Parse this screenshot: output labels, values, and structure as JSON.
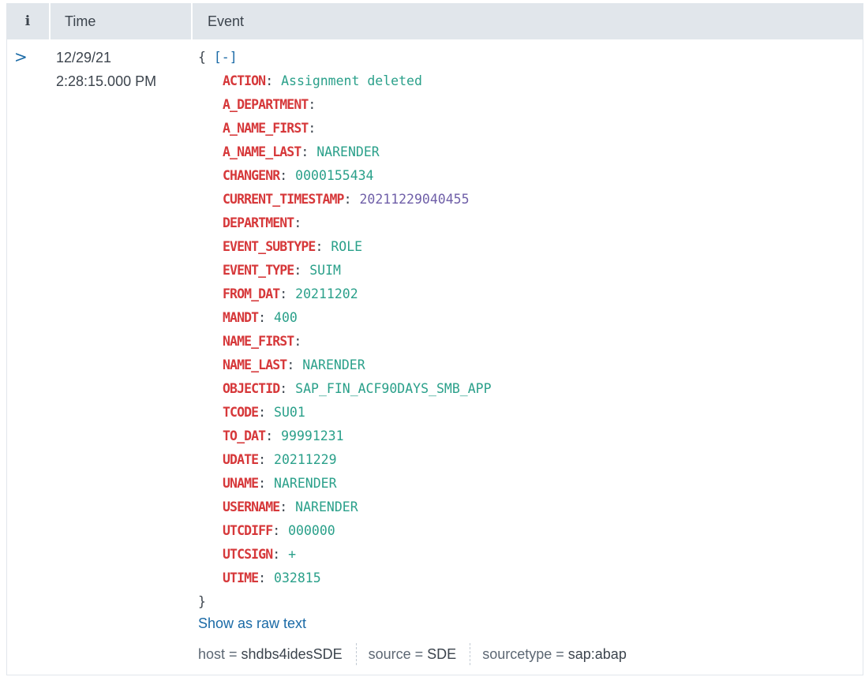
{
  "header": {
    "info_label": "i",
    "time_label": "Time",
    "event_label": "Event"
  },
  "row": {
    "expander_icon": "chevron-right-icon",
    "expander_glyph": ">",
    "date": "12/29/21",
    "time": "2:28:15.000 PM"
  },
  "event": {
    "open_brace": "{",
    "collapse_label": "[-]",
    "close_brace": "}",
    "fields": [
      {
        "key": "ACTION",
        "value": "Assignment deleted"
      },
      {
        "key": "A_DEPARTMENT",
        "value": ""
      },
      {
        "key": "A_NAME_FIRST",
        "value": ""
      },
      {
        "key": "A_NAME_LAST",
        "value": "NARENDER"
      },
      {
        "key": "CHANGENR",
        "value": "0000155434"
      },
      {
        "key": "CURRENT_TIMESTAMP",
        "value": "20211229040455"
      },
      {
        "key": "DEPARTMENT",
        "value": ""
      },
      {
        "key": "EVENT_SUBTYPE",
        "value": "ROLE"
      },
      {
        "key": "EVENT_TYPE",
        "value": "SUIM"
      },
      {
        "key": "FROM_DAT",
        "value": "20211202"
      },
      {
        "key": "MANDT",
        "value": "400"
      },
      {
        "key": "NAME_FIRST",
        "value": ""
      },
      {
        "key": "NAME_LAST",
        "value": "NARENDER"
      },
      {
        "key": "OBJECTID",
        "value": "SAP_FIN_ACF90DAYS_SMB_APP"
      },
      {
        "key": "TCODE",
        "value": "SU01"
      },
      {
        "key": "TO_DAT",
        "value": "99991231"
      },
      {
        "key": "UDATE",
        "value": "20211229"
      },
      {
        "key": "UNAME",
        "value": "NARENDER"
      },
      {
        "key": "USERNAME",
        "value": "NARENDER"
      },
      {
        "key": "UTCDIFF",
        "value": "000000"
      },
      {
        "key": "UTCSIGN",
        "value": "+"
      },
      {
        "key": "UTIME",
        "value": "032815"
      }
    ]
  },
  "raw_link_label": "Show as raw text",
  "meta": [
    {
      "key": "host",
      "eq": "=",
      "value": "shdbs4idesSDE"
    },
    {
      "key": "source",
      "eq": "=",
      "value": "SDE"
    },
    {
      "key": "sourcetype",
      "eq": "=",
      "value": "sap:abap"
    }
  ],
  "colors": {
    "key": "#d6383a",
    "string_value": "#2aa08a",
    "timestamp_value": "#6f5fa8",
    "link": "#1a6aa6",
    "header_bg": "#e1e6eb"
  }
}
